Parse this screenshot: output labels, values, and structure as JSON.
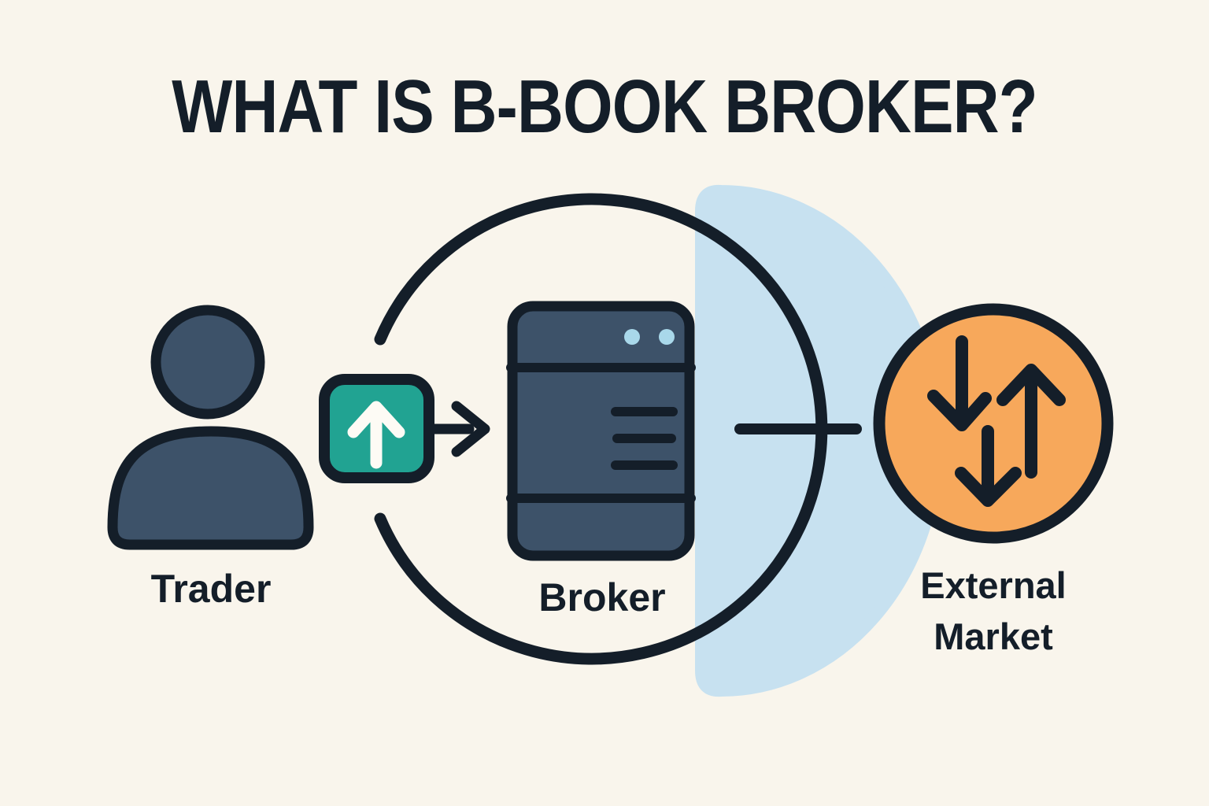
{
  "title": "WHAT IS B-BOOK BROKER?",
  "nodes": {
    "trader": {
      "label": "Trader"
    },
    "broker": {
      "label": "Broker"
    },
    "external_market": {
      "label": "External Market",
      "lines": [
        "External",
        "Market"
      ]
    }
  },
  "icons": {
    "trader": "person-silhouette-icon",
    "order": "buy-order-up-arrow-icon",
    "flow": "arrow-right-icon",
    "broker": "server-icon",
    "external_market": "up-down-price-arrows-icon"
  },
  "colors": {
    "background": "#f9f5ec",
    "ink": "#141e29",
    "slate": "#3d5269",
    "teal": "#21a392",
    "orange": "#f7a85b",
    "light_blue": "#c7e1f0",
    "dot_blue": "#a9d8ea",
    "white": "#fdfbf5"
  }
}
